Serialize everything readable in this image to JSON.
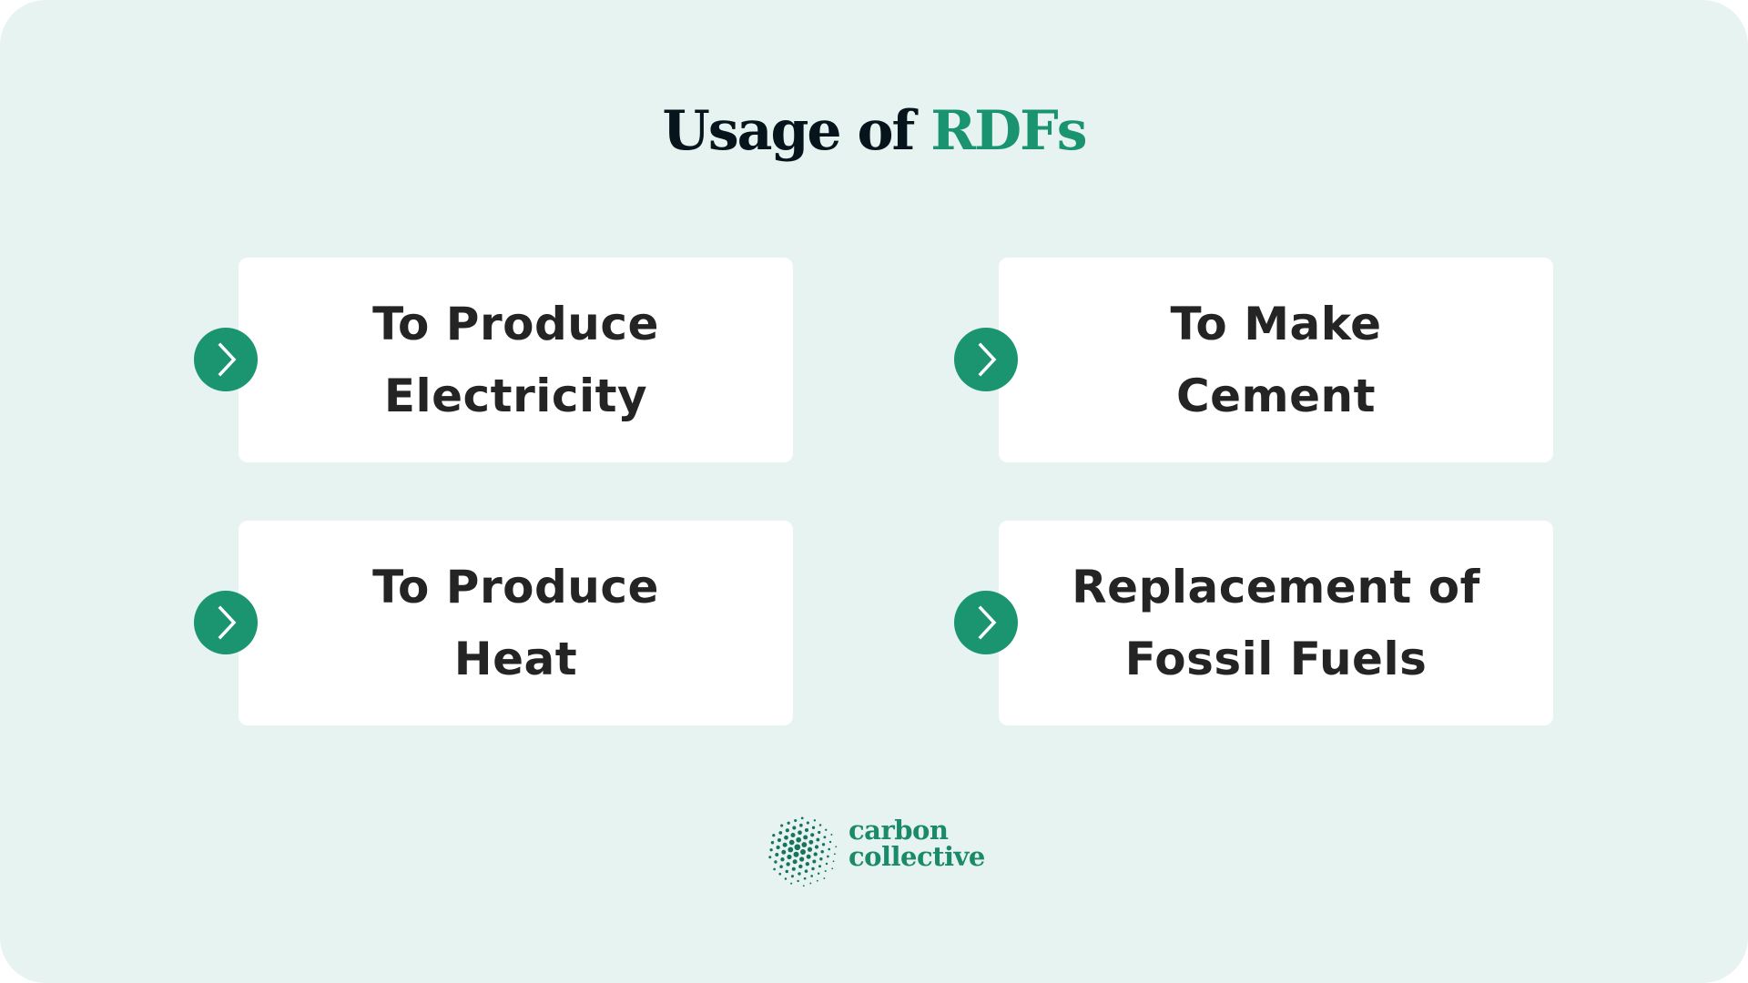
{
  "title": {
    "prefix": "Usage of",
    "accent": "RDFs"
  },
  "colors": {
    "background": "#e6f3f1",
    "card": "#ffffff",
    "title_dark": "#06151c",
    "accent_green": "#1a9470",
    "bullet_green": "#1b9470",
    "card_text": "#242424",
    "logo_dots": "#17735c",
    "logo_text": "#1a8a68"
  },
  "cards": [
    {
      "line1": "To Produce",
      "line2": "Electricity",
      "icon": "chevron-right-icon"
    },
    {
      "line1": "To Make",
      "line2": "Cement",
      "icon": "chevron-right-icon"
    },
    {
      "line1": "To Produce",
      "line2": "Heat",
      "icon": "chevron-right-icon"
    },
    {
      "line1": "Replacement of",
      "line2": "Fossil Fuels",
      "icon": "chevron-right-icon"
    }
  ],
  "logo": {
    "line1": "carbon",
    "line2": "collective",
    "icon": "dotted-circle-logo-icon"
  }
}
